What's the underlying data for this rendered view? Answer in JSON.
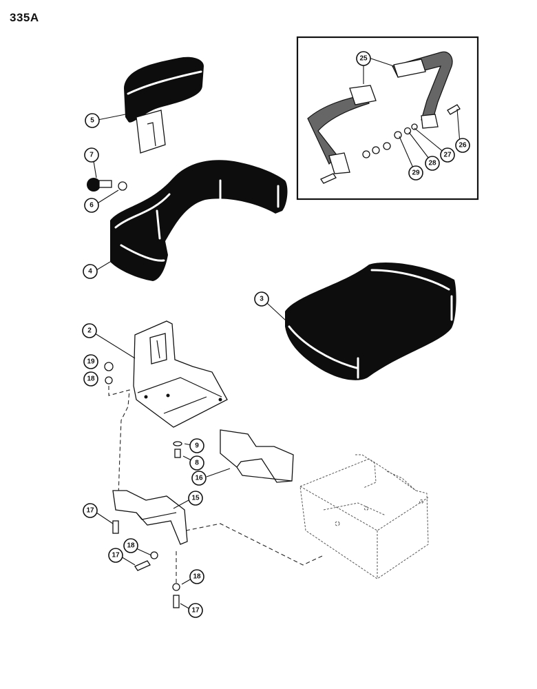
{
  "page": {
    "number": "335A"
  },
  "callouts": {
    "c2": "2",
    "c3": "3",
    "c4": "4",
    "c5": "5",
    "c6": "6",
    "c7": "7",
    "c8": "8",
    "c9": "9",
    "c15": "15",
    "c16": "16",
    "c17a": "17",
    "c17b": "17",
    "c17c": "17",
    "c18a": "18",
    "c18b": "18",
    "c18c": "18",
    "c19": "19",
    "c25": "25",
    "c26": "26",
    "c27": "27",
    "c28": "28",
    "c29": "29"
  },
  "footer": {
    "faint_text": ""
  }
}
